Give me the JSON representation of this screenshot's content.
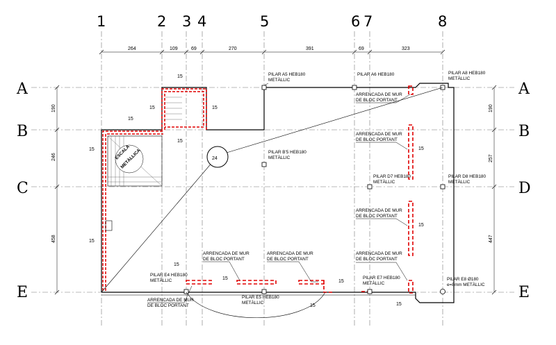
{
  "grid": {
    "columns": [
      "1",
      "2",
      "3",
      "4",
      "5",
      "6",
      "7",
      "8"
    ],
    "rows_left": [
      "A",
      "B",
      "C",
      "E"
    ],
    "rows_right": [
      "A",
      "B",
      "D",
      "E"
    ]
  },
  "dimensions": {
    "top": [
      "264",
      "109",
      "69",
      "270",
      "391",
      "69",
      "323"
    ],
    "left": [
      "190",
      "246",
      "458"
    ],
    "right": [
      "190",
      "257",
      "447"
    ],
    "small": "15"
  },
  "labels": {
    "pilar_a5": [
      "PILAR A5 HEB180",
      "METÀLLIC"
    ],
    "pilar_a6": [
      "PILAR A6 HEB180"
    ],
    "pilar_a8": [
      "PILAR A8 HEB180",
      "METÀLLIC"
    ],
    "pilar_b5": [
      "PILAR B'5 HEB180",
      "METÀLLIC"
    ],
    "pilar_d7": [
      "PILAR D7 HEB180",
      "METÀLLIC"
    ],
    "pilar_d8": [
      "PILAR D8 HEB180",
      "METÀLLIC"
    ],
    "pilar_e4": [
      "PILAR E4 HEB180",
      "METÀLLIC"
    ],
    "pilar_e5": [
      "PILAR E5 HEB180",
      "METÀLLIC"
    ],
    "pilar_e7": [
      "PILAR E7 HEB180",
      "METÀLLIC"
    ],
    "pilar_e8": [
      "PILAR E8 Ø180",
      "e=8mm METÀLLIC"
    ],
    "arrencada": [
      "ARRENCADA DE MUR",
      "DE BLOC PORTANT"
    ],
    "stair": [
      "ESCALA",
      "METÀLLICA"
    ],
    "detail_ref": "24"
  },
  "colors": {
    "new_wall": "#e00000",
    "lines": "#000000",
    "axes": "#777777"
  }
}
